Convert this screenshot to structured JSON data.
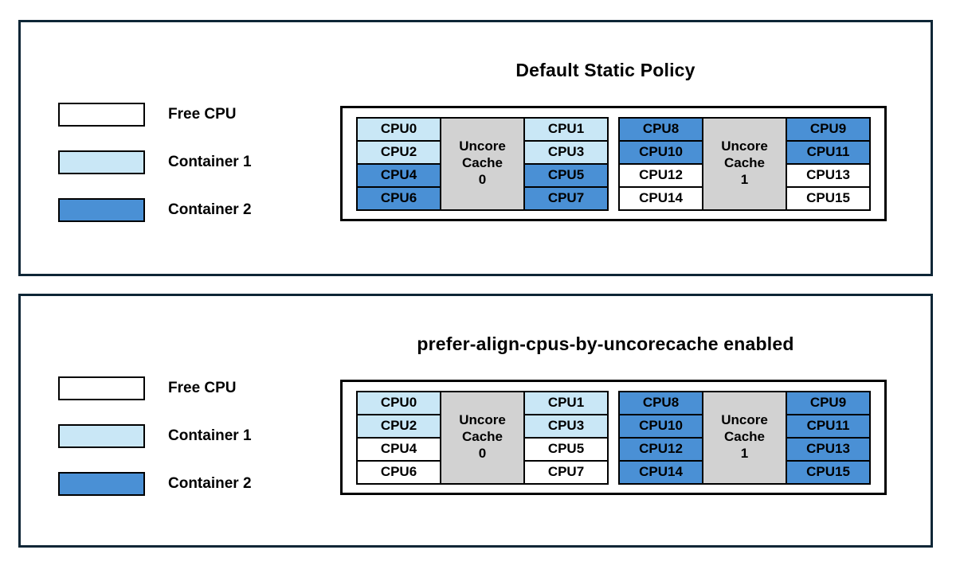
{
  "colors": {
    "free": "#ffffff",
    "container1": "#c9e7f6",
    "container2": "#4a90d5",
    "cache": "#d2d2d2",
    "panel_border": "#0e2636",
    "cell_border": "#000000",
    "text": "#000000"
  },
  "legend": {
    "items": [
      {
        "label": "Free CPU",
        "type": "free"
      },
      {
        "label": "Container 1",
        "type": "container1"
      },
      {
        "label": "Container 2",
        "type": "container2"
      }
    ]
  },
  "panels": [
    {
      "title": "Default Static Policy",
      "groups": [
        {
          "cache_lines": [
            "Uncore",
            "Cache",
            "0"
          ],
          "left": [
            {
              "label": "CPU0",
              "type": "container1"
            },
            {
              "label": "CPU2",
              "type": "container1"
            },
            {
              "label": "CPU4",
              "type": "container2"
            },
            {
              "label": "CPU6",
              "type": "container2"
            }
          ],
          "right": [
            {
              "label": "CPU1",
              "type": "container1"
            },
            {
              "label": "CPU3",
              "type": "container1"
            },
            {
              "label": "CPU5",
              "type": "container2"
            },
            {
              "label": "CPU7",
              "type": "container2"
            }
          ]
        },
        {
          "cache_lines": [
            "Uncore",
            "Cache",
            "1"
          ],
          "left": [
            {
              "label": "CPU8",
              "type": "container2"
            },
            {
              "label": "CPU10",
              "type": "container2"
            },
            {
              "label": "CPU12",
              "type": "free"
            },
            {
              "label": "CPU14",
              "type": "free"
            }
          ],
          "right": [
            {
              "label": "CPU9",
              "type": "container2"
            },
            {
              "label": "CPU11",
              "type": "container2"
            },
            {
              "label": "CPU13",
              "type": "free"
            },
            {
              "label": "CPU15",
              "type": "free"
            }
          ]
        }
      ]
    },
    {
      "title": "prefer-align-cpus-by-uncorecache enabled",
      "groups": [
        {
          "cache_lines": [
            "Uncore",
            "Cache",
            "0"
          ],
          "left": [
            {
              "label": "CPU0",
              "type": "container1"
            },
            {
              "label": "CPU2",
              "type": "container1"
            },
            {
              "label": "CPU4",
              "type": "free"
            },
            {
              "label": "CPU6",
              "type": "free"
            }
          ],
          "right": [
            {
              "label": "CPU1",
              "type": "container1"
            },
            {
              "label": "CPU3",
              "type": "container1"
            },
            {
              "label": "CPU5",
              "type": "free"
            },
            {
              "label": "CPU7",
              "type": "free"
            }
          ]
        },
        {
          "cache_lines": [
            "Uncore",
            "Cache",
            "1"
          ],
          "left": [
            {
              "label": "CPU8",
              "type": "container2"
            },
            {
              "label": "CPU10",
              "type": "container2"
            },
            {
              "label": "CPU12",
              "type": "container2"
            },
            {
              "label": "CPU14",
              "type": "container2"
            }
          ],
          "right": [
            {
              "label": "CPU9",
              "type": "container2"
            },
            {
              "label": "CPU11",
              "type": "container2"
            },
            {
              "label": "CPU13",
              "type": "container2"
            },
            {
              "label": "CPU15",
              "type": "container2"
            }
          ]
        }
      ]
    }
  ]
}
